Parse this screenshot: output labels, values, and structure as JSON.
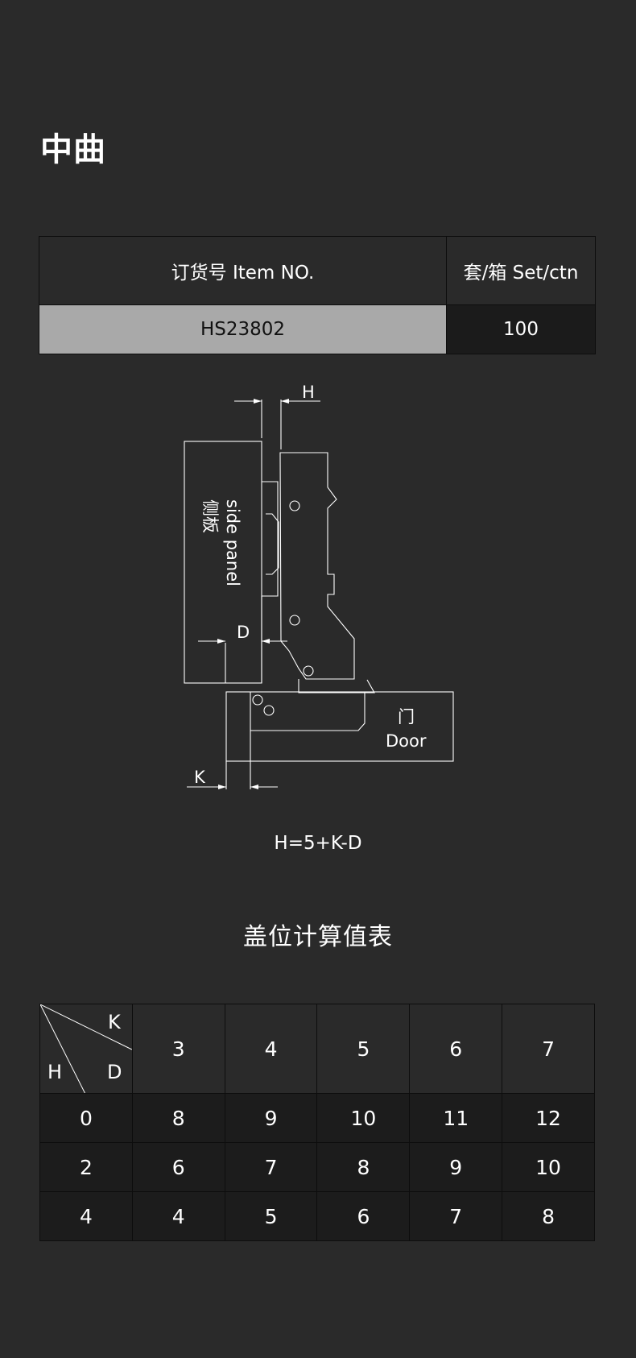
{
  "page": {
    "title": "中曲"
  },
  "order_table": {
    "item_header": "订货号  Item NO.",
    "qty_header": "套/箱  Set/ctn",
    "item_value": "HS23802",
    "qty_value": "100"
  },
  "diagram": {
    "label_h": "H",
    "label_d": "D",
    "label_k": "K",
    "side_panel_cn": "侧板",
    "side_panel_en": "side panel",
    "door_cn": "门",
    "door_en": "Door"
  },
  "formula": "H=5+K-D",
  "calc": {
    "title": "盖位计算值表",
    "corner": {
      "k": "K",
      "h": "H",
      "d": "D"
    },
    "k_values": [
      "3",
      "4",
      "5",
      "6",
      "7"
    ],
    "rows": [
      {
        "d": "0",
        "h": [
          "8",
          "9",
          "10",
          "11",
          "12"
        ]
      },
      {
        "d": "2",
        "h": [
          "6",
          "7",
          "8",
          "9",
          "10"
        ]
      },
      {
        "d": "4",
        "h": [
          "4",
          "5",
          "6",
          "7",
          "8"
        ]
      }
    ]
  },
  "colors": {
    "background": "#2a2a2a",
    "highlight_cell": "#a9a9a9",
    "dark_cell": "#1c1c1c",
    "line": "#ffffff"
  }
}
